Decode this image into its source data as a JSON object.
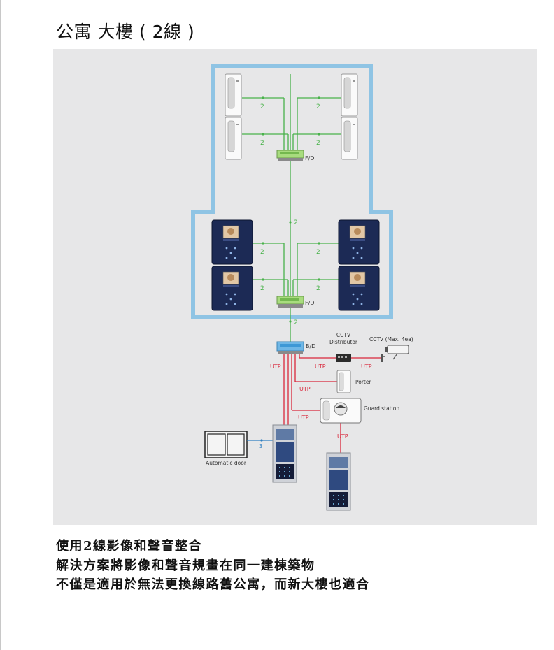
{
  "page": {
    "title": "公寓 大樓 ( 2線 )"
  },
  "diagram": {
    "labels": {
      "fd_top": "F/D",
      "fd_bottom": "F/D",
      "bd": "B/D",
      "cctv_distributor_line1": "CCTV",
      "cctv_distributor_line2": "Distributor",
      "cctv_camera": "CCTV (Max. 4ea)",
      "porter": "Porter",
      "guard_station": "Guard station",
      "automatic_door": "Automatic door"
    },
    "wire_counts": {
      "top_left_1": "2",
      "top_right_1": "2",
      "top_left_2": "2",
      "top_right_2": "2",
      "riser_top": "2",
      "mid_left_1": "2",
      "mid_right_1": "2",
      "mid_left_2": "2",
      "mid_right_2": "2",
      "riser_bottom": "2",
      "door_link": "3"
    },
    "cable_labels": {
      "utp_bd": "UTP",
      "utp_distributor": "UTP",
      "utp_camera": "UTP",
      "utp_porter": "UTP",
      "utp_guard": "UTP",
      "utp_guard_panel": "UTP"
    },
    "colors": {
      "building_outline": "#8fc4e4",
      "two_wire": "#49b24a",
      "utp": "#d9263a",
      "door_wire": "#2f7fc1"
    }
  },
  "description": {
    "line1": "使用2線影像和聲音整合",
    "line2": "解決方案將影像和聲音規畫在同一建棟築物",
    "line3": "不僅是適用於無法更換線路舊公寓，而新大樓也適合"
  }
}
